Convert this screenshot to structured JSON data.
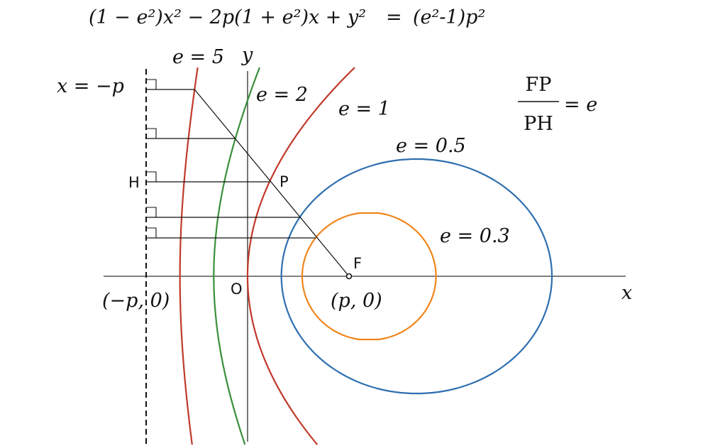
{
  "equation": {
    "lhs": "(1 − e²)x² − 2p(1 + e²)x + y²",
    "equals": "=",
    "rhs": "(e²-1)p²"
  },
  "ratio": {
    "numerator": "FP",
    "denominator": "PH",
    "rhs": "= e"
  },
  "axes": {
    "x_label": "x",
    "y_label": "y",
    "origin_label": "O"
  },
  "directrix": {
    "label": "x = −p",
    "point_label": "(−p, 0)"
  },
  "points": {
    "focus": "F",
    "focus_coords": "(p, 0)",
    "curve_point": "P",
    "foot_point": "H"
  },
  "curves": [
    {
      "e": 5,
      "label": "e = 5",
      "color": "#c0392b"
    },
    {
      "e": 2,
      "label": "e = 2",
      "color": "#3a8f3a"
    },
    {
      "e": 1,
      "label": "e = 1",
      "color": "#c0392b"
    },
    {
      "e": 0.5,
      "label": "e = 0.5",
      "color": "#2e6fb0"
    },
    {
      "e": 0.3,
      "label": "e = 0.3",
      "color": "#f0861c"
    }
  ],
  "colors": {
    "axis": "#555555",
    "construction": "#111111"
  }
}
